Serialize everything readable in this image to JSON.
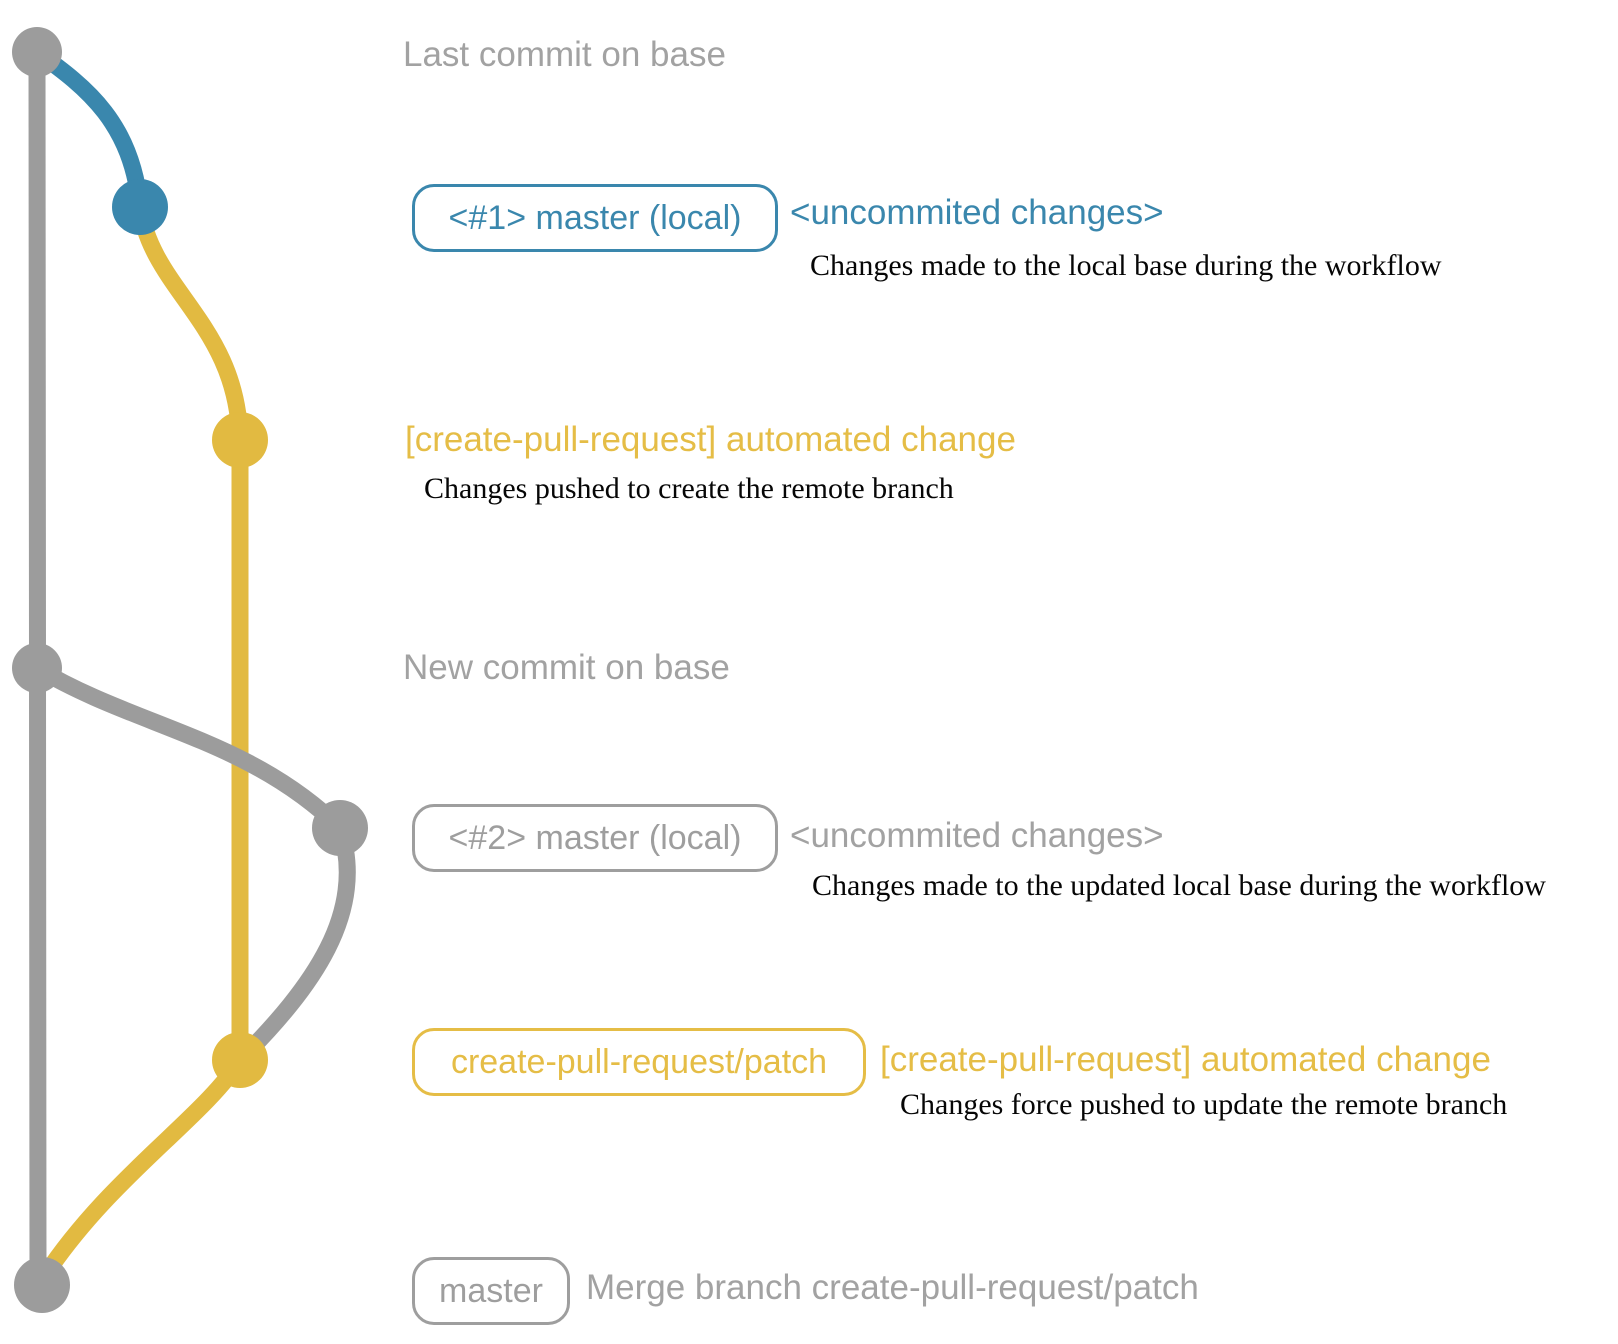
{
  "colors": {
    "blue": "#3a87ad",
    "yellow": "#e2ba41",
    "gray": "#9c9c9c"
  },
  "captions": {
    "last_commit": "Last commit on base",
    "new_commit": "New commit on base"
  },
  "commit1": {
    "branch_label": "<#1> master (local)",
    "tag": "<uncommited changes>",
    "description": "Changes made to the local base during the workflow"
  },
  "push1": {
    "label": "[create-pull-request] automated change",
    "description": "Changes pushed to create the remote branch"
  },
  "commit2": {
    "branch_label": "<#2> master (local)",
    "tag": "<uncommited changes>",
    "description": "Changes made to the updated local base during the workflow"
  },
  "push2": {
    "branch_label": "create-pull-request/patch",
    "tag": "[create-pull-request] automated change",
    "description": "Changes force pushed to update the remote branch"
  },
  "merge": {
    "branch_label": "master",
    "description": "Merge branch create-pull-request/patch"
  }
}
